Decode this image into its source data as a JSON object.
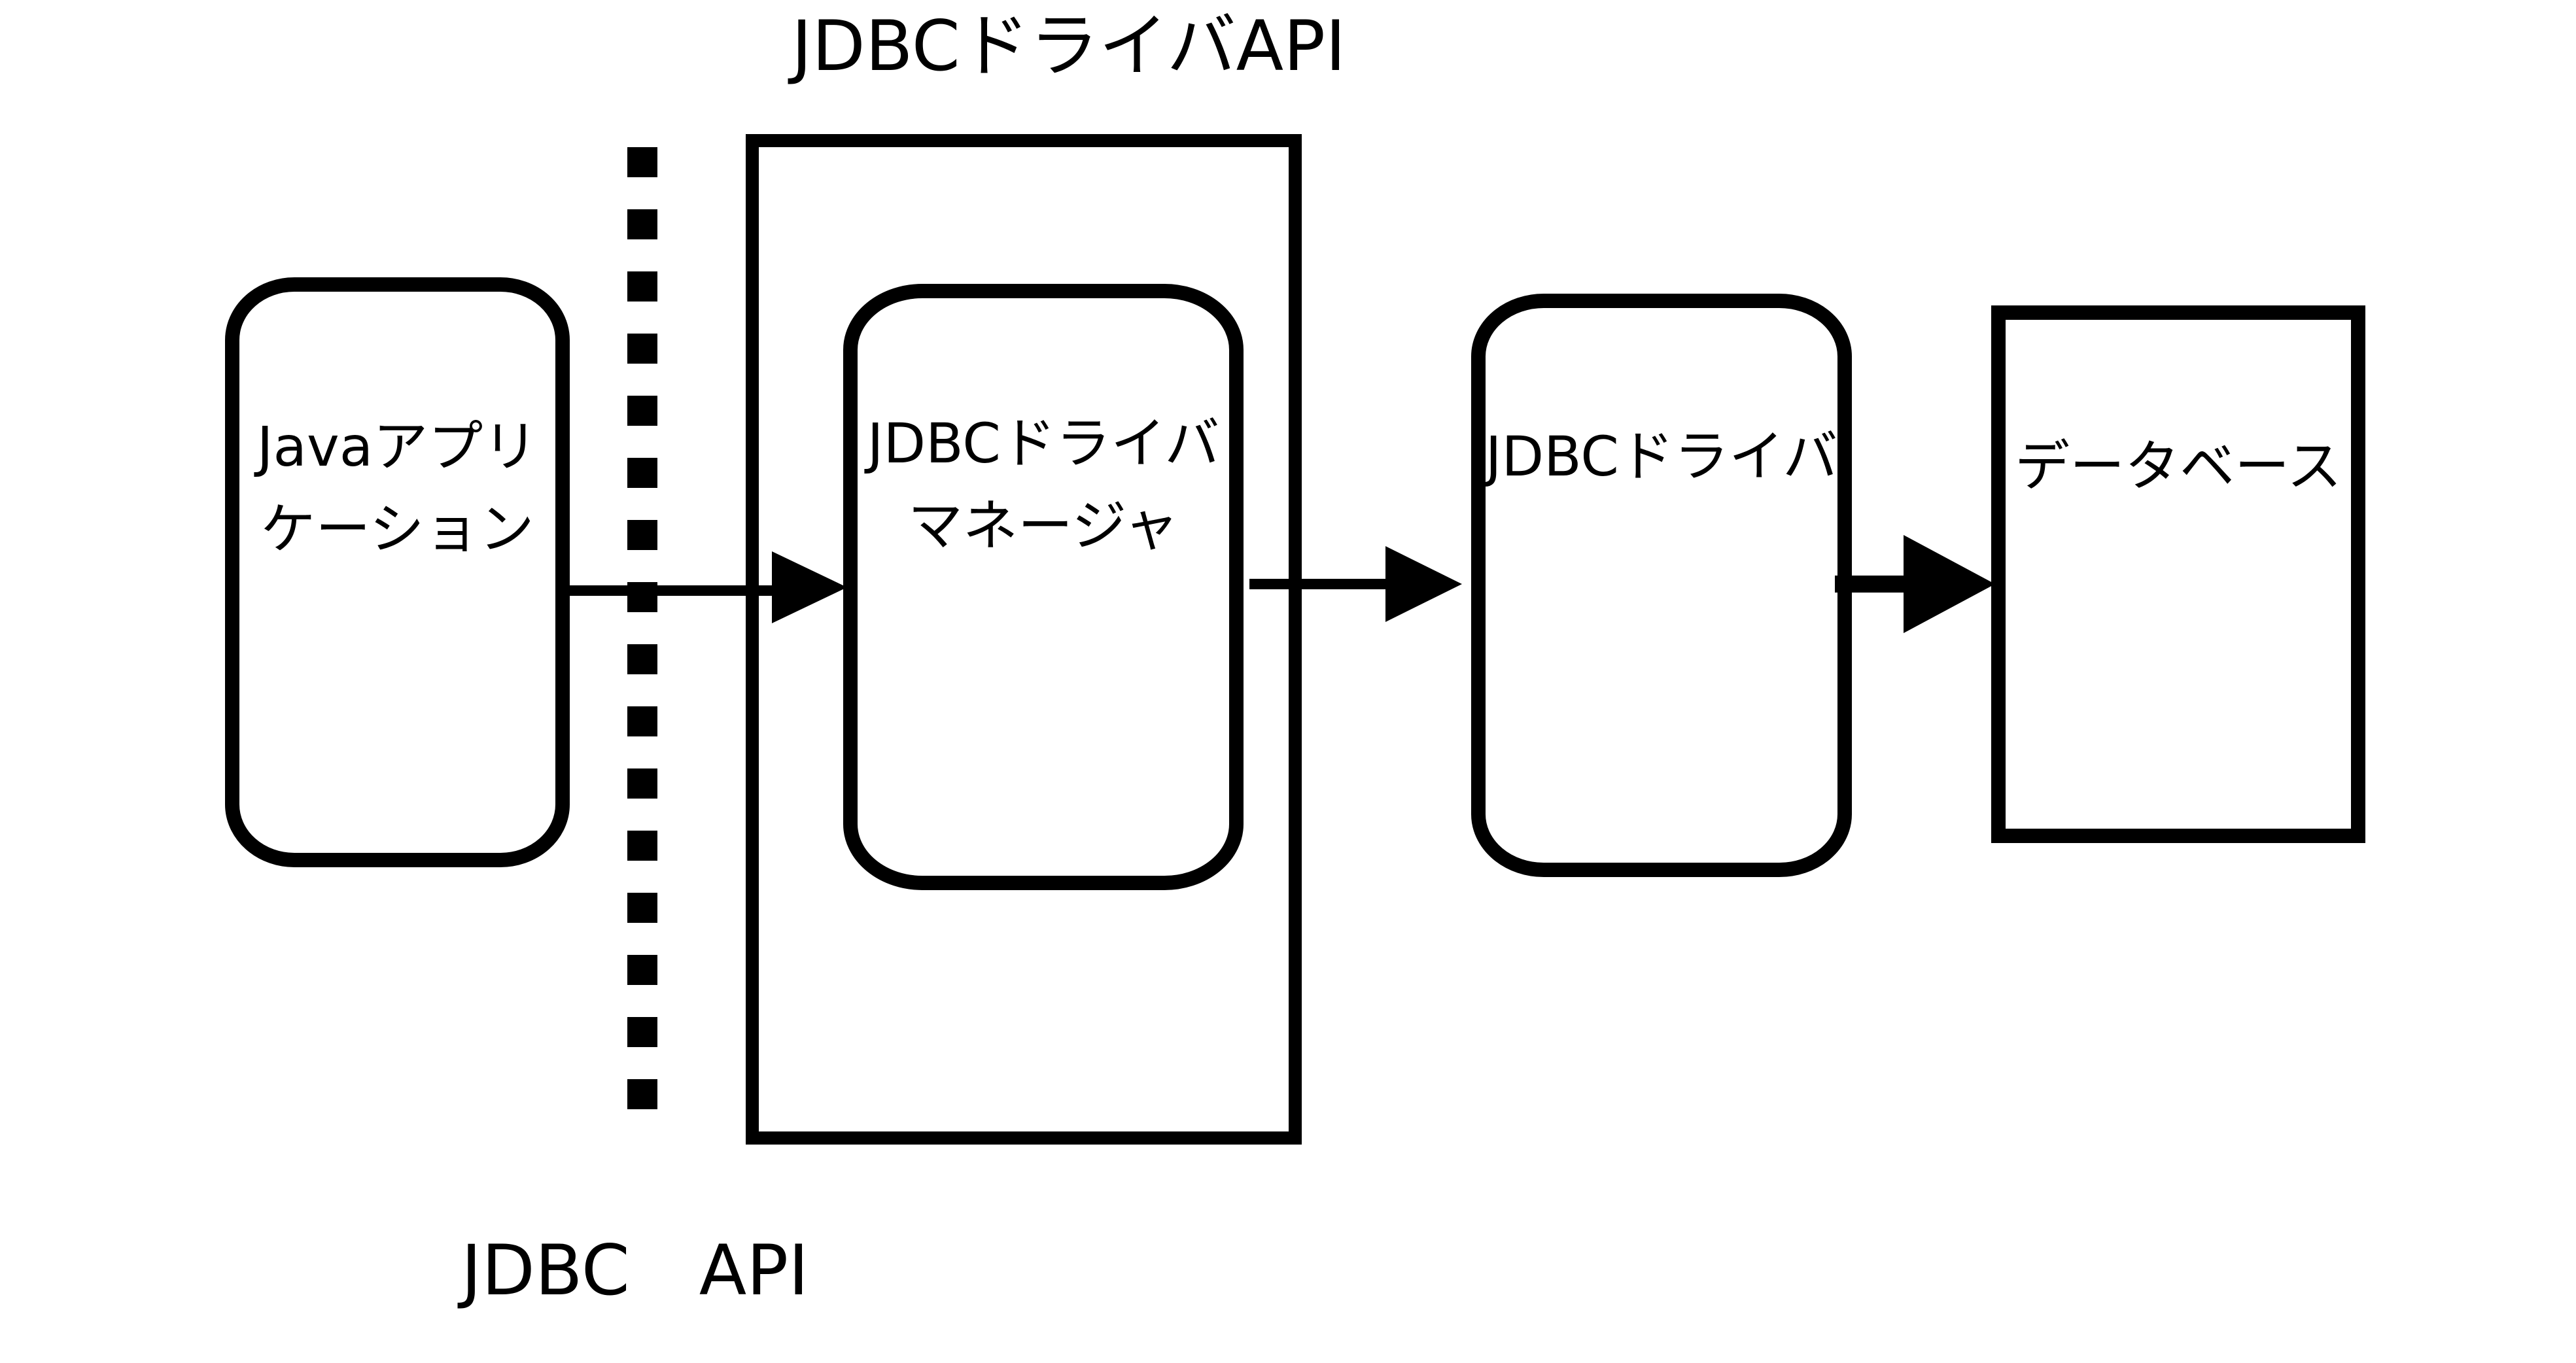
{
  "title": "JDBCドライバAPI",
  "footer_label": "JDBC　API",
  "boxes": {
    "java_app": {
      "line1": "Javaアプリ",
      "line2": "ケーション"
    },
    "driver_manager": {
      "line1": "JDBCドライバ",
      "line2": "マネージャ"
    },
    "driver": {
      "line1": "JDBCドライバ"
    },
    "database": {
      "line1": "データベース"
    }
  },
  "colors": {
    "stroke": "#000000",
    "background": "#ffffff"
  }
}
